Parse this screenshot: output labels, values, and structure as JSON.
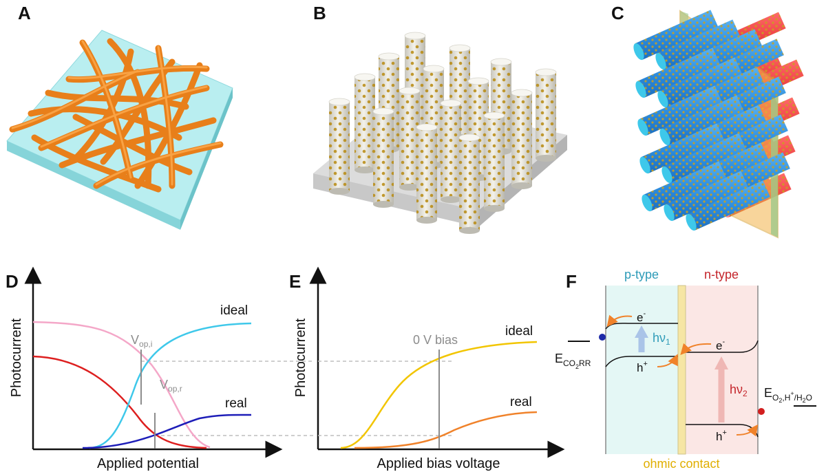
{
  "panels": {
    "A": {
      "label": "A"
    },
    "B": {
      "label": "B"
    },
    "C": {
      "label": "C"
    },
    "D": {
      "label": "D",
      "ylabel": "Photocurrent",
      "xlabel": "Applied potential",
      "curve_ideal": "ideal",
      "curve_real": "real",
      "vop_i": {
        "main": "V",
        "sub": "op,i"
      },
      "vop_r": {
        "main": "V",
        "sub": "op,r"
      }
    },
    "E": {
      "label": "E",
      "ylabel": "Photocurrent",
      "xlabel": "Applied bias voltage",
      "curve_ideal": "ideal",
      "curve_real": "real",
      "bias_label": "0 V bias"
    },
    "F": {
      "label": "F",
      "p_type": "p-type",
      "n_type": "n-type",
      "ohmic": "ohmic contact",
      "electron": "e",
      "electron_sup": "-",
      "hole": "h",
      "hole_sup": "+",
      "hv": "hν",
      "hv1_sub": "1",
      "hv2_sub": "2",
      "e_co2rr": {
        "main": "E",
        "sub1": "CO",
        "sub2": "2",
        "sub3": "RR"
      },
      "e_o2": {
        "main": "E",
        "sub": "O",
        "sub_2": "2",
        "sub_rest": ",H",
        "sup": "+",
        "tail": "/H",
        "tail_sub": "2",
        "tail_end": "O"
      }
    }
  },
  "colors": {
    "cyan": "#3ec8ea",
    "pink": "#f4a7c8",
    "red": "#dd1f1f",
    "blue": "#1d1db8",
    "yellow": "#f2c500",
    "orange": "#f0822a",
    "p_bg": "#e4f7f5",
    "n_bg": "#fbe7e5",
    "p_text": "#2e9bb8",
    "n_text": "#c4242a",
    "ohmic_text": "#e0ae00"
  },
  "chart_data": [
    {
      "panel": "D",
      "type": "line",
      "xlabel": "Applied potential",
      "ylabel": "Photocurrent",
      "series": [
        {
          "name": "ideal"
        },
        {
          "name": "real"
        }
      ],
      "annotations": [
        "V op,i",
        "V op,r"
      ]
    },
    {
      "panel": "E",
      "type": "line",
      "xlabel": "Applied bias voltage",
      "ylabel": "Photocurrent",
      "series": [
        {
          "name": "ideal"
        },
        {
          "name": "real"
        }
      ],
      "annotations": [
        "0 V bias"
      ]
    }
  ]
}
